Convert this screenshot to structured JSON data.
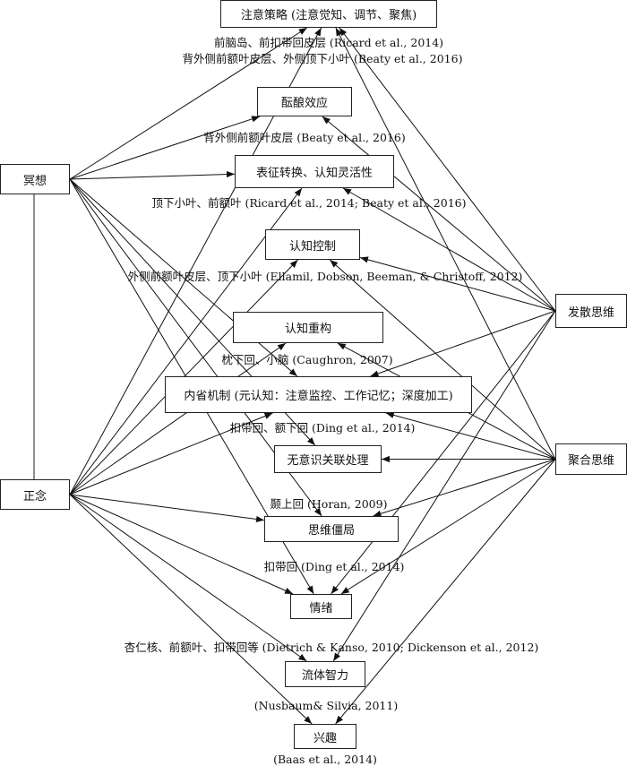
{
  "nodes": {
    "attention": "注意策略 (注意觉知、调节、聚焦)",
    "incubation": "酝酿效应",
    "representation": "表征转换、认知灵活性",
    "control": "认知控制",
    "restructure": "认知重构",
    "introspection": "内省机制 (元认知：注意监控、工作记忆；深度加工)",
    "unconscious": "无意识关联处理",
    "impasse": "思维僵局",
    "emotion": "情绪",
    "fluid": "流体智力",
    "interest": "兴趣",
    "meditation": "冥想",
    "mindfulness": "正念",
    "divergent": "发散思维",
    "convergent": "聚合思维"
  },
  "labels": {
    "attention_1": "前脑岛、前扣带回皮层 (Ricard et al., 2014)",
    "attention_2": "背外侧前额叶皮层、外侧顶下小叶 (Beaty et al., 2016)",
    "incubation": "背外侧前额叶皮层 (Beaty et al., 2016)",
    "representation": "顶下小叶、前额叶 (Ricard et al., 2014; Beaty et al., 2016)",
    "control": "外侧前额叶皮层、顶下小叶 (Ellamil, Dobson, Beeman, & Christoff, 2012)",
    "restructure": "枕下回、小脑 (Caughron, 2007)",
    "introspection": "扣带回、额下回 (Ding et al., 2014)",
    "impasse": "颞上回 (Horan, 2009)",
    "emotion_pre": "扣带回 (Ding et al., 2014)",
    "fluid_pre": "杏仁核、前额叶、扣带回等 (Dietrich & Kanso, 2010; Dickenson et al., 2012)",
    "interest_pre": "(Nusbaum& Silvia, 2011)",
    "interest_post": "(Baas et al., 2014)"
  },
  "edges": [
    [
      "meditation",
      "attention"
    ],
    [
      "meditation",
      "incubation"
    ],
    [
      "meditation",
      "representation"
    ],
    [
      "meditation",
      "introspection"
    ],
    [
      "meditation",
      "unconscious"
    ],
    [
      "meditation",
      "impasse"
    ],
    [
      "meditation",
      "emotion"
    ],
    [
      "mindfulness",
      "attention"
    ],
    [
      "mindfulness",
      "representation"
    ],
    [
      "mindfulness",
      "control"
    ],
    [
      "mindfulness",
      "restructure"
    ],
    [
      "mindfulness",
      "introspection"
    ],
    [
      "mindfulness",
      "impasse"
    ],
    [
      "mindfulness",
      "emotion"
    ],
    [
      "mindfulness",
      "fluid"
    ],
    [
      "mindfulness",
      "interest"
    ],
    [
      "divergent",
      "attention"
    ],
    [
      "divergent",
      "incubation"
    ],
    [
      "divergent",
      "representation"
    ],
    [
      "divergent",
      "control"
    ],
    [
      "divergent",
      "introspection"
    ],
    [
      "divergent",
      "emotion"
    ],
    [
      "divergent",
      "fluid"
    ],
    [
      "convergent",
      "attention"
    ],
    [
      "convergent",
      "control"
    ],
    [
      "convergent",
      "restructure"
    ],
    [
      "convergent",
      "introspection"
    ],
    [
      "convergent",
      "unconscious"
    ],
    [
      "convergent",
      "impasse"
    ],
    [
      "convergent",
      "emotion"
    ],
    [
      "convergent",
      "interest"
    ]
  ]
}
